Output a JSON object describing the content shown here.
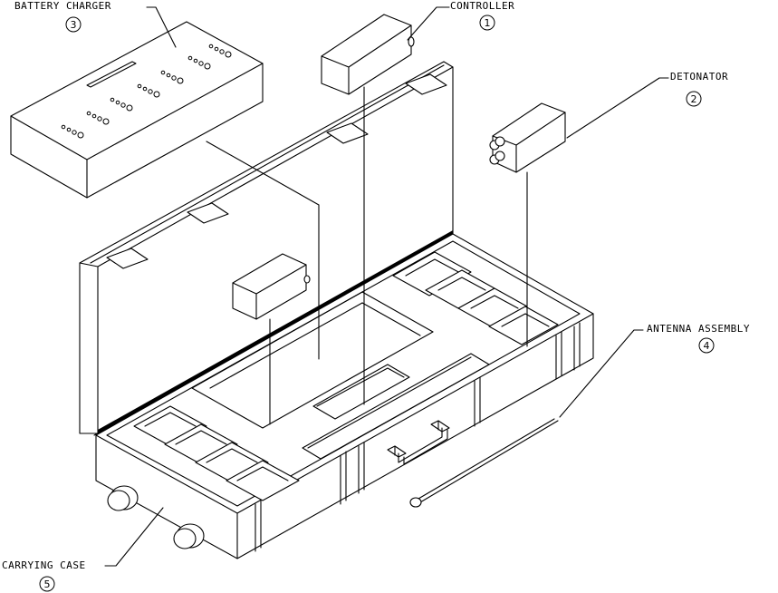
{
  "callouts": [
    {
      "id": "controller",
      "label": "CONTROLLER",
      "number": "1"
    },
    {
      "id": "detonator",
      "label": "DETONATOR",
      "number": "2"
    },
    {
      "id": "battery-charger",
      "label": "BATTERY CHARGER",
      "number": "3"
    },
    {
      "id": "antenna-assembly",
      "label": "ANTENNA ASSEMBLY",
      "number": "4"
    },
    {
      "id": "carrying-case",
      "label": "CARRYING CASE",
      "number": "5"
    }
  ]
}
